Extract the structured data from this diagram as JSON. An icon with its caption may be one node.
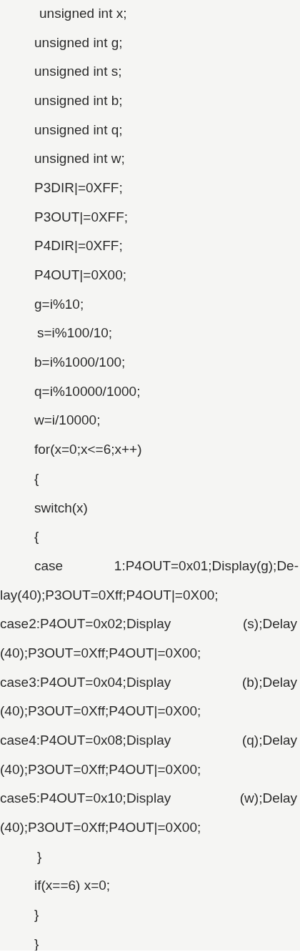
{
  "diagram": {
    "labels": [
      "unsigned int x;",
      "unsigned int g;",
      "unsigned int s;",
      "unsigned int b;",
      "unsigned int q;",
      "unsigned int w;",
      "P3DIR|=0XFF;",
      "P3OUT|=0XFF;",
      "P4DIR|=0XFF;",
      "P4OUT|=0X00;",
      "g=i%10;",
      "s=i%100/10;",
      "b=i%1000/100;",
      "q=i%10000/1000;",
      "w=i/10000;",
      "for(x=0;x<=6;x++)",
      "{",
      "switch(x)",
      "{",
      "case 1:P4OUT=0x01;Display(g);De-",
      "lay(40);P3OUT=0Xff;P4OUT|=0X00;",
      "case2:P4OUT=0x02;Display (s);Delay",
      "(40);P3OUT=0Xff;P4OUT|=0X00;",
      "case3:P4OUT=0x04;Display (b);Delay",
      "(40);P3OUT=0Xff;P4OUT|=0X00;",
      "case4:P4OUT=0x08;Display (q);Delay",
      "(40);P3OUT=0Xff;P4OUT|=0X00;",
      "case5:P4OUT=0x10;Display (w);Delay",
      "(40);P3OUT=0Xff;P4OUT|=0X00;",
      "}",
      "if(x==6) x=0;",
      "}",
      "}"
    ]
  }
}
